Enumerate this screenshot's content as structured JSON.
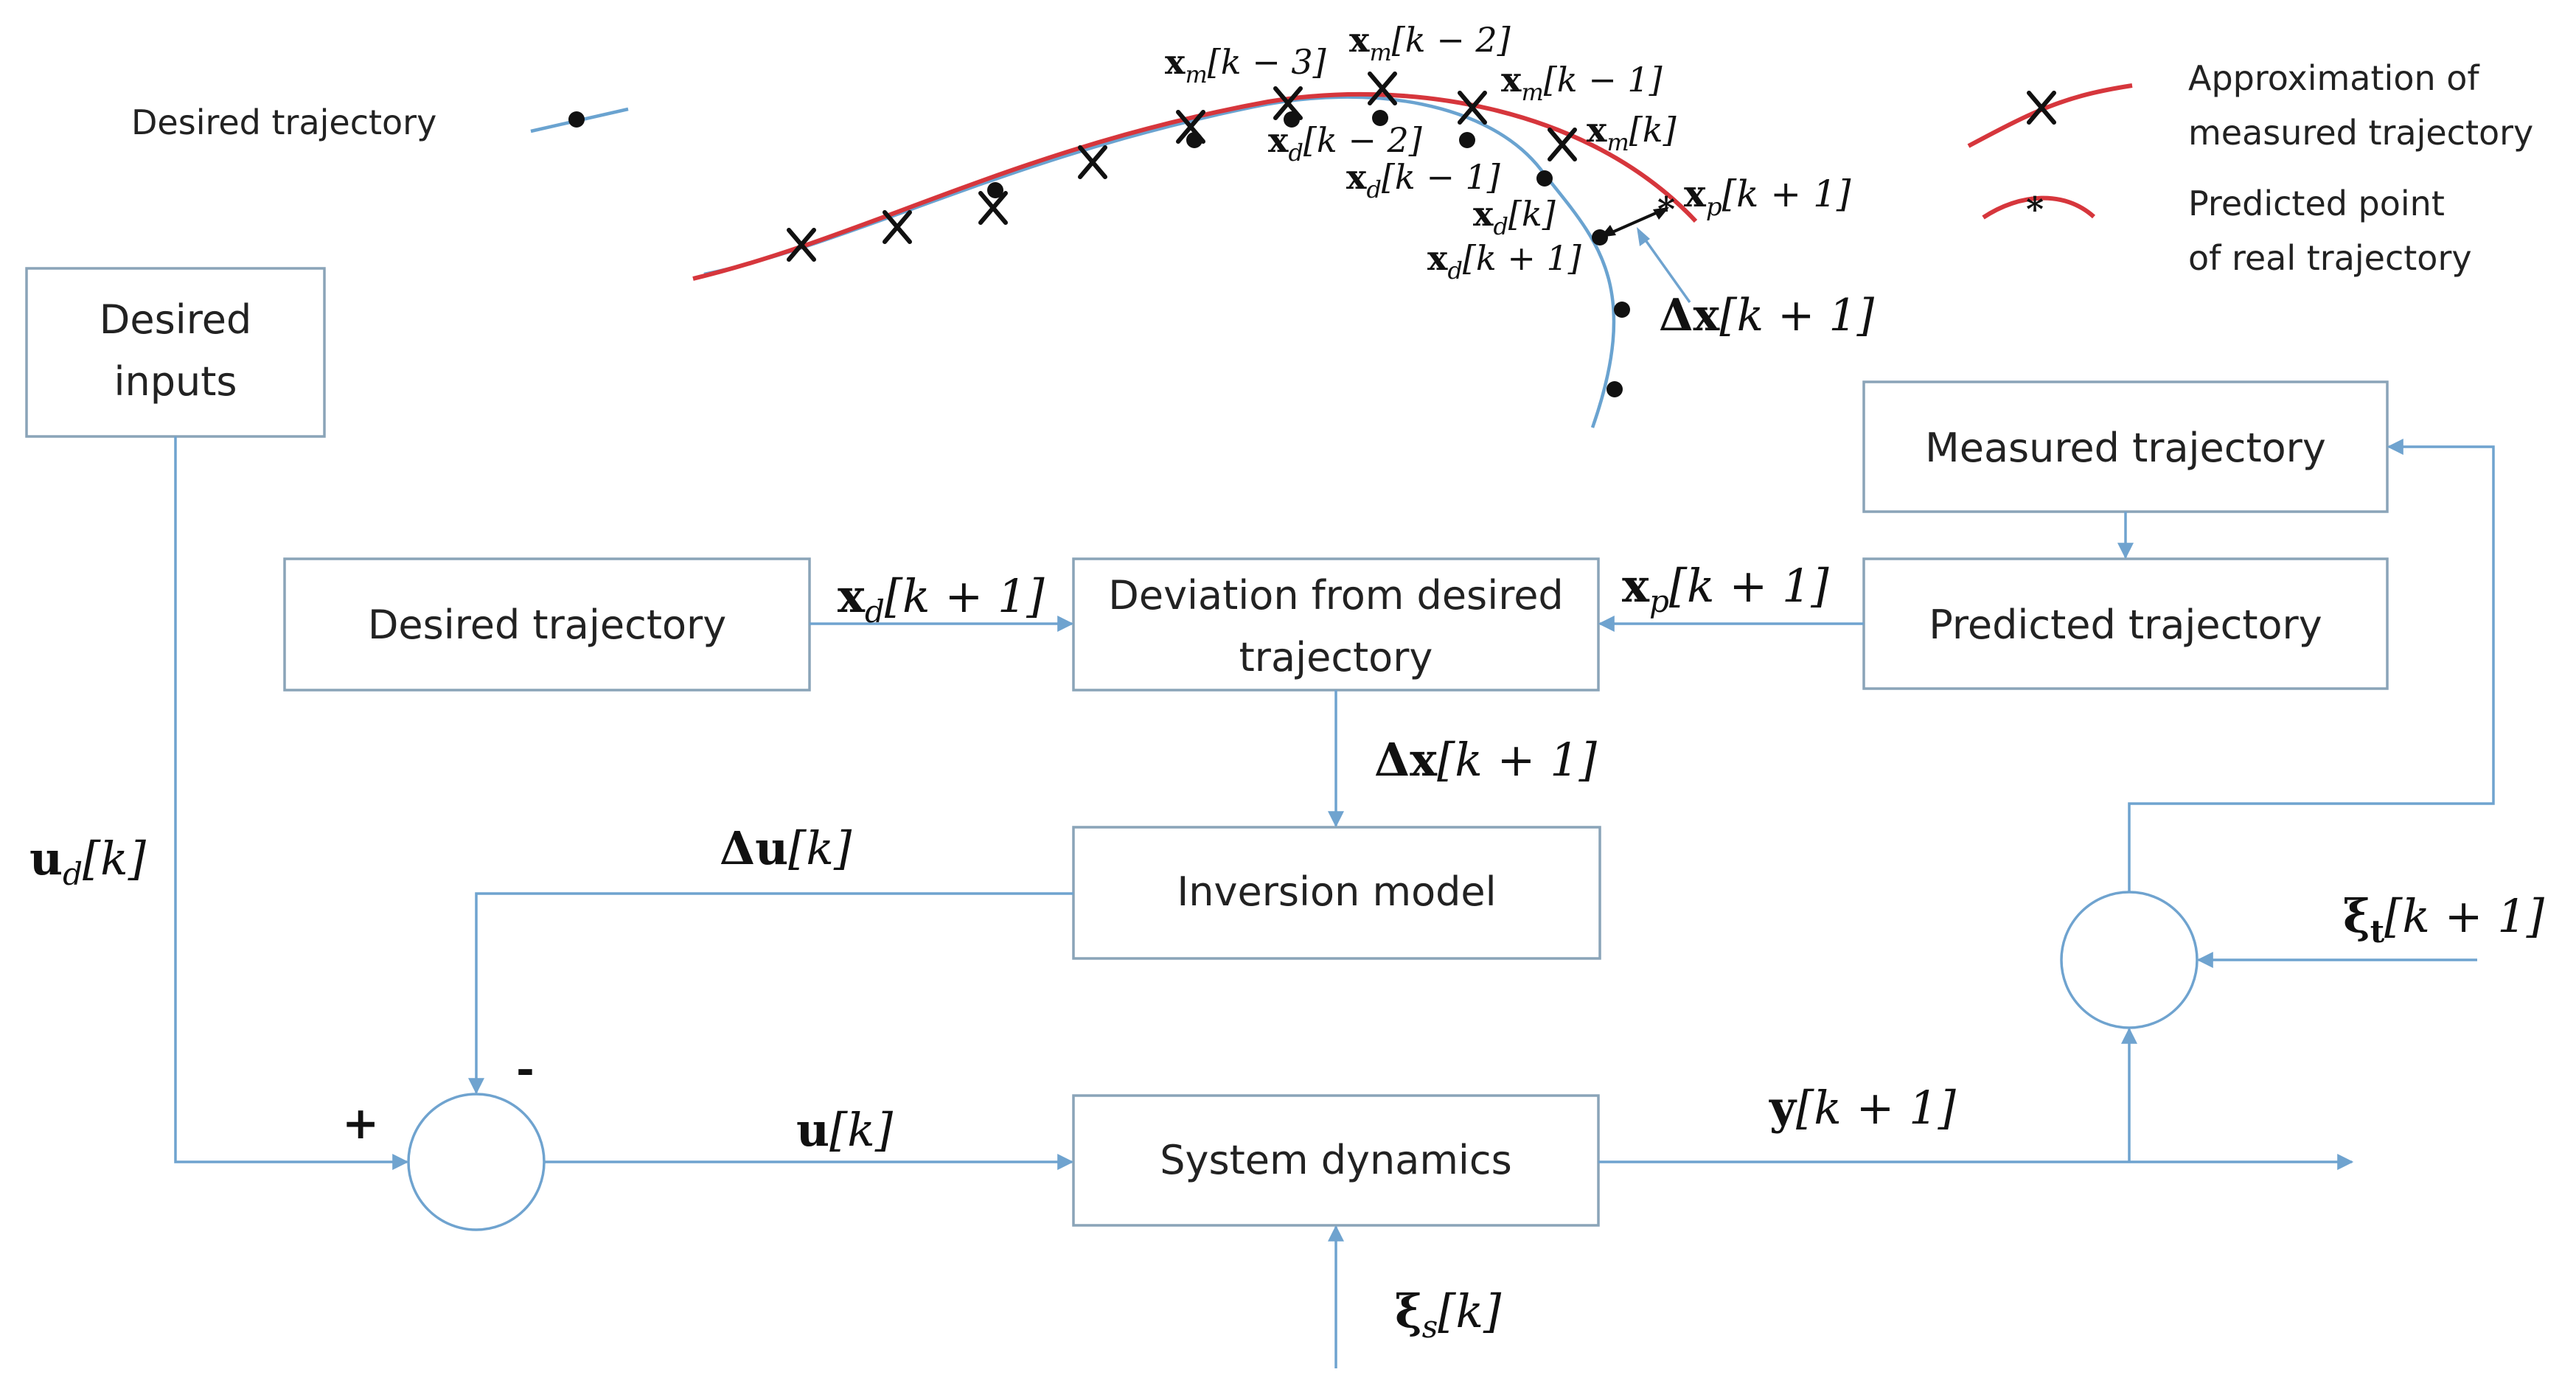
{
  "legend": {
    "desired_trajectory": "Desired trajectory",
    "approximation_line1": "Approximation of",
    "approximation_line2": "measured trajectory",
    "predicted_line1": "Predicted point",
    "predicted_line2": "of real trajectory"
  },
  "curve_labels": {
    "xm_k_minus_3": [
      "x",
      "m",
      "[k − 3]"
    ],
    "xm_k_minus_2": [
      "x",
      "m",
      "[k − 2]"
    ],
    "xm_k_minus_1": [
      "x",
      "m",
      "[k − 1]"
    ],
    "xm_k": [
      "x",
      "m",
      "[k]"
    ],
    "xd_k_minus_2": [
      "x",
      "d",
      "[k − 2]"
    ],
    "xd_k_minus_1": [
      "x",
      "d",
      "[k − 1]"
    ],
    "xd_k": [
      "x",
      "d",
      "[k]"
    ],
    "xd_k_plus_1": [
      "x",
      "d",
      "[k + 1]"
    ],
    "xp_k_plus_1": [
      "x",
      "p",
      "[k + 1]"
    ],
    "delta_x": [
      "Δx",
      "",
      "[k + 1]"
    ]
  },
  "blocks": {
    "desired_inputs_line1": "Desired",
    "desired_inputs_line2": "inputs",
    "measured_trajectory": "Measured trajectory",
    "desired_trajectory": "Desired trajectory",
    "deviation_line1": "Deviation from desired",
    "deviation_line2": "trajectory",
    "predicted_trajectory": "Predicted trajectory",
    "inversion_model": "Inversion model",
    "system_dynamics": "System dynamics"
  },
  "signals": {
    "xd_k_plus_1": [
      "x",
      "d",
      "[k + 1]"
    ],
    "xp_k_plus_1": [
      "x",
      "p",
      "[k + 1]"
    ],
    "delta_x": [
      "Δx",
      "",
      "[k + 1]"
    ],
    "delta_u": [
      "Δu",
      "",
      "[k]"
    ],
    "ud_k": [
      "u",
      "d",
      "[k]"
    ],
    "u_k": [
      "u",
      "",
      "[k]"
    ],
    "y_k_plus_1": [
      "y",
      "",
      "[k + 1]"
    ],
    "xi_t": [
      "ξ",
      "t",
      "[k + 1]"
    ],
    "xi_s": [
      "ξ",
      "s",
      "[k]"
    ],
    "plus": "+",
    "minus": "-"
  }
}
